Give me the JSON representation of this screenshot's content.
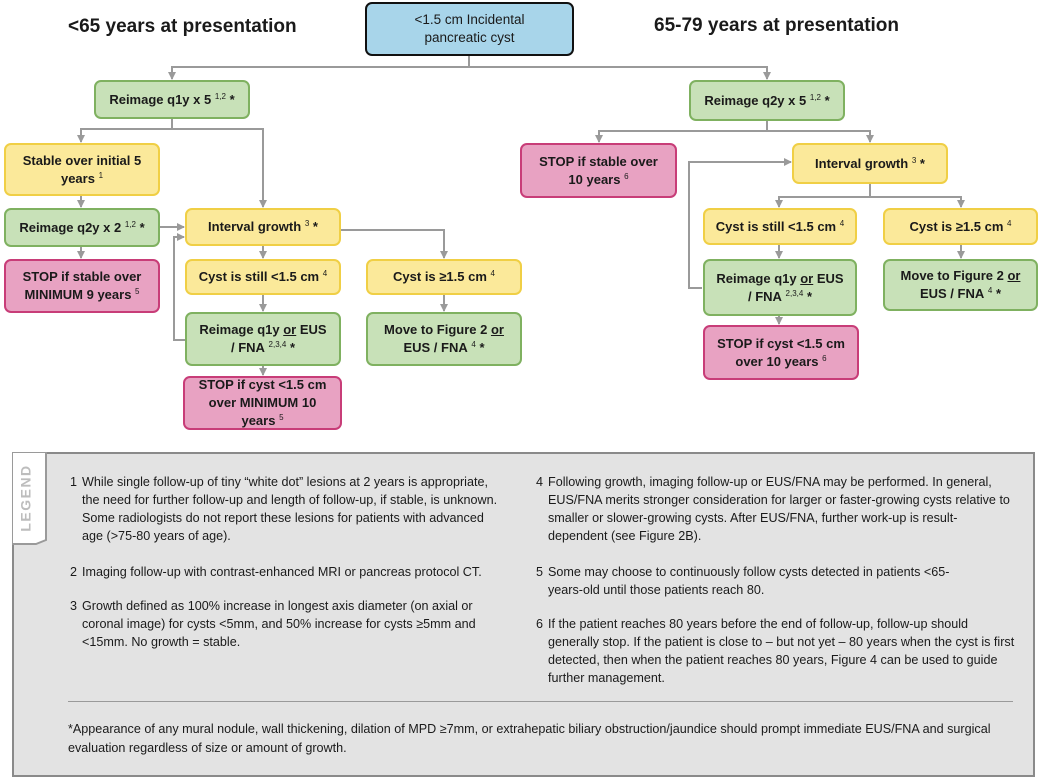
{
  "headings": {
    "left": "<65 years at presentation",
    "right": "65-79 years at presentation"
  },
  "boxes": {
    "top": "<1.5 cm Incidental pancreatic cyst",
    "l_reimage_q1y_x5": "Reimage q1y x 5",
    "l_reimage_q1y_x5_sup": "1,2",
    "l_stable_5y": "Stable over initial 5 years",
    "l_stable_5y_sup": "1",
    "l_reimage_q2y_x2": "Reimage q2y x 2",
    "l_reimage_q2y_x2_sup": "1,2",
    "l_stop_9y": "STOP if stable over MINIMUM 9 years",
    "l_stop_9y_sup": "5",
    "l_interval_growth": "Interval growth",
    "l_interval_growth_sup": "3",
    "l_still_small": "Cyst is still <1.5 cm",
    "l_still_small_sup": "4",
    "l_large": "Cyst is ≥1.5 cm",
    "l_large_sup": "4",
    "l_reimage_eus": "Reimage q1y or EUS / FNA",
    "l_reimage_eus_sup": "2,3,4",
    "l_move_fig2": "Move to Figure 2 or EUS / FNA",
    "l_move_fig2_sup": "4",
    "l_stop_10y": "STOP if cyst <1.5 cm over MINIMUM 10 years",
    "l_stop_10y_sup": "5",
    "r_reimage_q2y_x5": "Reimage q2y x 5",
    "r_reimage_q2y_x5_sup": "1,2",
    "r_stop_10y": "STOP if stable over 10 years",
    "r_stop_10y_sup": "6",
    "r_interval_growth": "Interval growth",
    "r_interval_growth_sup": "3",
    "r_still_small": "Cyst is still <1.5 cm",
    "r_still_small_sup": "4",
    "r_large": "Cyst is ≥1.5 cm",
    "r_large_sup": "4",
    "r_reimage_eus": "Reimage q1y or EUS / FNA",
    "r_reimage_eus_sup": "2,3,4",
    "r_move_fig2": "Move to Figure 2 or EUS / FNA",
    "r_move_fig2_sup": "4",
    "r_stop_cyst": "STOP if cyst <1.5 cm over 10 years",
    "r_stop_cyst_sup": "6",
    "asterisk": "*"
  },
  "legend": {
    "title": "LEGEND",
    "notes": [
      {
        "num": "1",
        "text": "While single follow-up of tiny “white dot” lesions at 2 years is appropriate, the need for further follow-up and length of follow-up, if stable, is unknown.  Some radiologists do not report these lesions for patients with advanced age (>75-80 years of age)."
      },
      {
        "num": "2",
        "text": "Imaging follow-up with contrast-enhanced MRI or pancreas protocol CT."
      },
      {
        "num": "3",
        "text": "Growth defined as 100% increase in longest axis diameter (on axial or coronal image) for cysts <5mm, and 50% increase for cysts ≥5mm and <15mm.  No growth = stable."
      },
      {
        "num": "4",
        "text": "Following growth, imaging follow-up or EUS/FNA may be performed.  In general, EUS/FNA merits stronger consideration for larger or faster-growing cysts relative to smaller or slower-growing cysts.  After EUS/FNA, further work-up is result-dependent (see Figure 2B)."
      },
      {
        "num": "5",
        "text": "Some may choose to continuously follow cysts detected in patients <65-years-old until those patients reach 80."
      },
      {
        "num": "6",
        "text": "If the patient reaches 80 years before the end of follow-up, follow-up should generally stop. If the patient is close to – but not yet – 80 years when the cyst is first detected, then when the patient reaches 80 years, Figure 4 can be used to guide further management."
      }
    ],
    "footnote": "*Appearance of any mural nodule, wall thickening, dilation of MPD ≥7mm, or extrahepatic biliary obstruction/jaundice should prompt immediate EUS/FNA and surgical evaluation regardless of size or amount of growth."
  }
}
